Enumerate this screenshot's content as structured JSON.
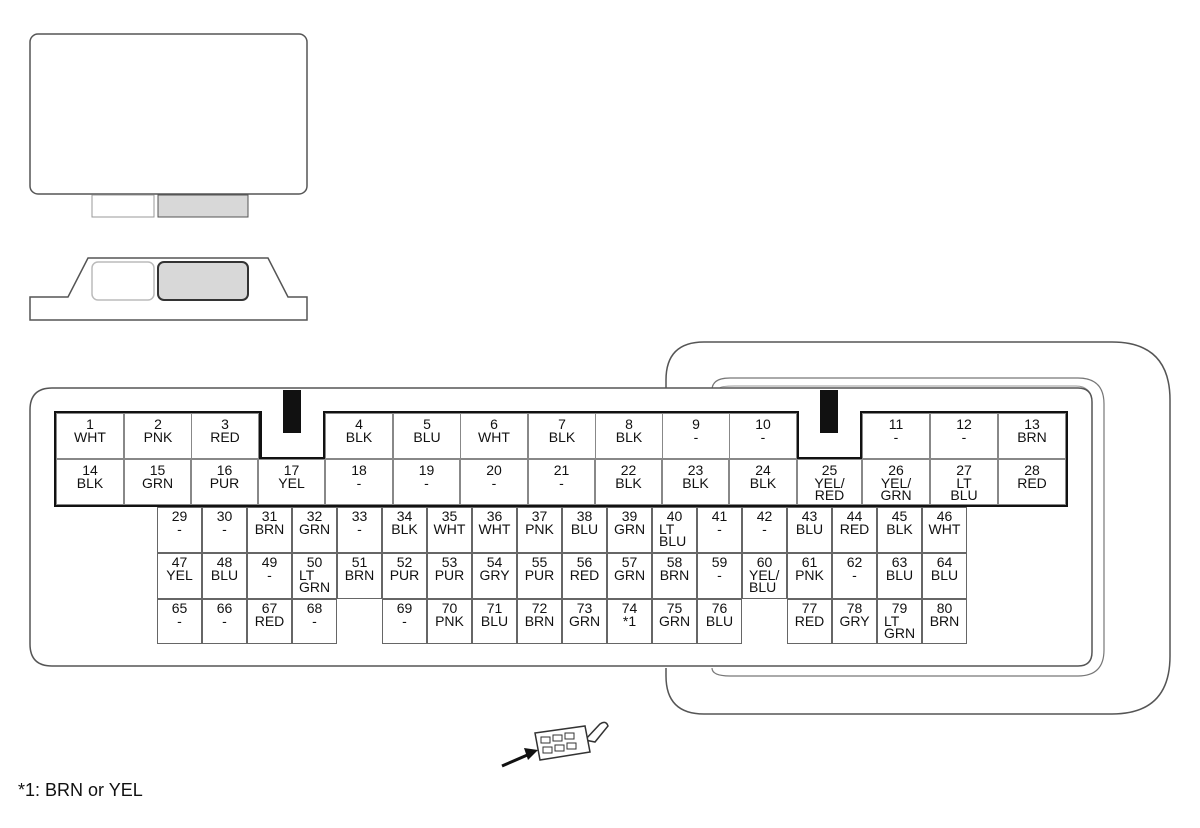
{
  "footnote": "*1: BRN or YEL",
  "pins": [
    {
      "n": "1",
      "c": "WHT"
    },
    {
      "n": "2",
      "c": "PNK"
    },
    {
      "n": "3",
      "c": "RED"
    },
    {
      "n": "4",
      "c": "BLK"
    },
    {
      "n": "5",
      "c": "BLU"
    },
    {
      "n": "6",
      "c": "WHT"
    },
    {
      "n": "7",
      "c": "BLK"
    },
    {
      "n": "8",
      "c": "BLK"
    },
    {
      "n": "9",
      "c": "-"
    },
    {
      "n": "10",
      "c": "-"
    },
    {
      "n": "11",
      "c": "-"
    },
    {
      "n": "12",
      "c": "-"
    },
    {
      "n": "13",
      "c": "BRN"
    },
    {
      "n": "14",
      "c": "BLK"
    },
    {
      "n": "15",
      "c": "GRN"
    },
    {
      "n": "16",
      "c": "PUR"
    },
    {
      "n": "17",
      "c": "YEL"
    },
    {
      "n": "18",
      "c": "-"
    },
    {
      "n": "19",
      "c": "-"
    },
    {
      "n": "20",
      "c": "-"
    },
    {
      "n": "21",
      "c": "-"
    },
    {
      "n": "22",
      "c": "BLK"
    },
    {
      "n": "23",
      "c": "BLK"
    },
    {
      "n": "24",
      "c": "BLK"
    },
    {
      "n": "25",
      "c": "YEL/\nRED"
    },
    {
      "n": "26",
      "c": "YEL/\nGRN"
    },
    {
      "n": "27",
      "c": "LT\nBLU"
    },
    {
      "n": "28",
      "c": "RED"
    },
    {
      "n": "29",
      "c": "-"
    },
    {
      "n": "30",
      "c": "-"
    },
    {
      "n": "31",
      "c": "BRN"
    },
    {
      "n": "32",
      "c": "GRN"
    },
    {
      "n": "33",
      "c": "-"
    },
    {
      "n": "34",
      "c": "BLK"
    },
    {
      "n": "35",
      "c": "WHT"
    },
    {
      "n": "36",
      "c": "WHT"
    },
    {
      "n": "37",
      "c": "PNK"
    },
    {
      "n": "38",
      "c": "BLU"
    },
    {
      "n": "39",
      "c": "GRN"
    },
    {
      "n": "40",
      "c": "LT\nBLU"
    },
    {
      "n": "41",
      "c": "-"
    },
    {
      "n": "42",
      "c": "-"
    },
    {
      "n": "43",
      "c": "BLU"
    },
    {
      "n": "44",
      "c": "RED"
    },
    {
      "n": "45",
      "c": "BLK"
    },
    {
      "n": "46",
      "c": "WHT"
    },
    {
      "n": "47",
      "c": "YEL"
    },
    {
      "n": "48",
      "c": "BLU"
    },
    {
      "n": "49",
      "c": "-"
    },
    {
      "n": "50",
      "c": "LT\nGRN"
    },
    {
      "n": "51",
      "c": "BRN"
    },
    {
      "n": "52",
      "c": "PUR"
    },
    {
      "n": "53",
      "c": "PUR"
    },
    {
      "n": "54",
      "c": "GRY"
    },
    {
      "n": "55",
      "c": "PUR"
    },
    {
      "n": "56",
      "c": "RED"
    },
    {
      "n": "57",
      "c": "GRN"
    },
    {
      "n": "58",
      "c": "BRN"
    },
    {
      "n": "59",
      "c": "-"
    },
    {
      "n": "60",
      "c": "YEL/\nBLU"
    },
    {
      "n": "61",
      "c": "PNK"
    },
    {
      "n": "62",
      "c": "-"
    },
    {
      "n": "63",
      "c": "BLU"
    },
    {
      "n": "64",
      "c": "BLU"
    },
    {
      "n": "65",
      "c": "-"
    },
    {
      "n": "66",
      "c": "-"
    },
    {
      "n": "67",
      "c": "RED"
    },
    {
      "n": "68",
      "c": "-"
    },
    {
      "n": "69",
      "c": "-"
    },
    {
      "n": "70",
      "c": "PNK"
    },
    {
      "n": "71",
      "c": "BLU"
    },
    {
      "n": "72",
      "c": "BRN"
    },
    {
      "n": "73",
      "c": "GRN"
    },
    {
      "n": "74",
      "c": "*1"
    },
    {
      "n": "75",
      "c": "GRN"
    },
    {
      "n": "76",
      "c": "BLU"
    },
    {
      "n": "77",
      "c": "RED"
    },
    {
      "n": "78",
      "c": "GRY"
    },
    {
      "n": "79",
      "c": "LT\nGRN"
    },
    {
      "n": "80",
      "c": "BRN"
    }
  ],
  "colors": {
    "line": "#555555",
    "fill_gray": "#d8d8d8",
    "key_black": "#111111"
  }
}
